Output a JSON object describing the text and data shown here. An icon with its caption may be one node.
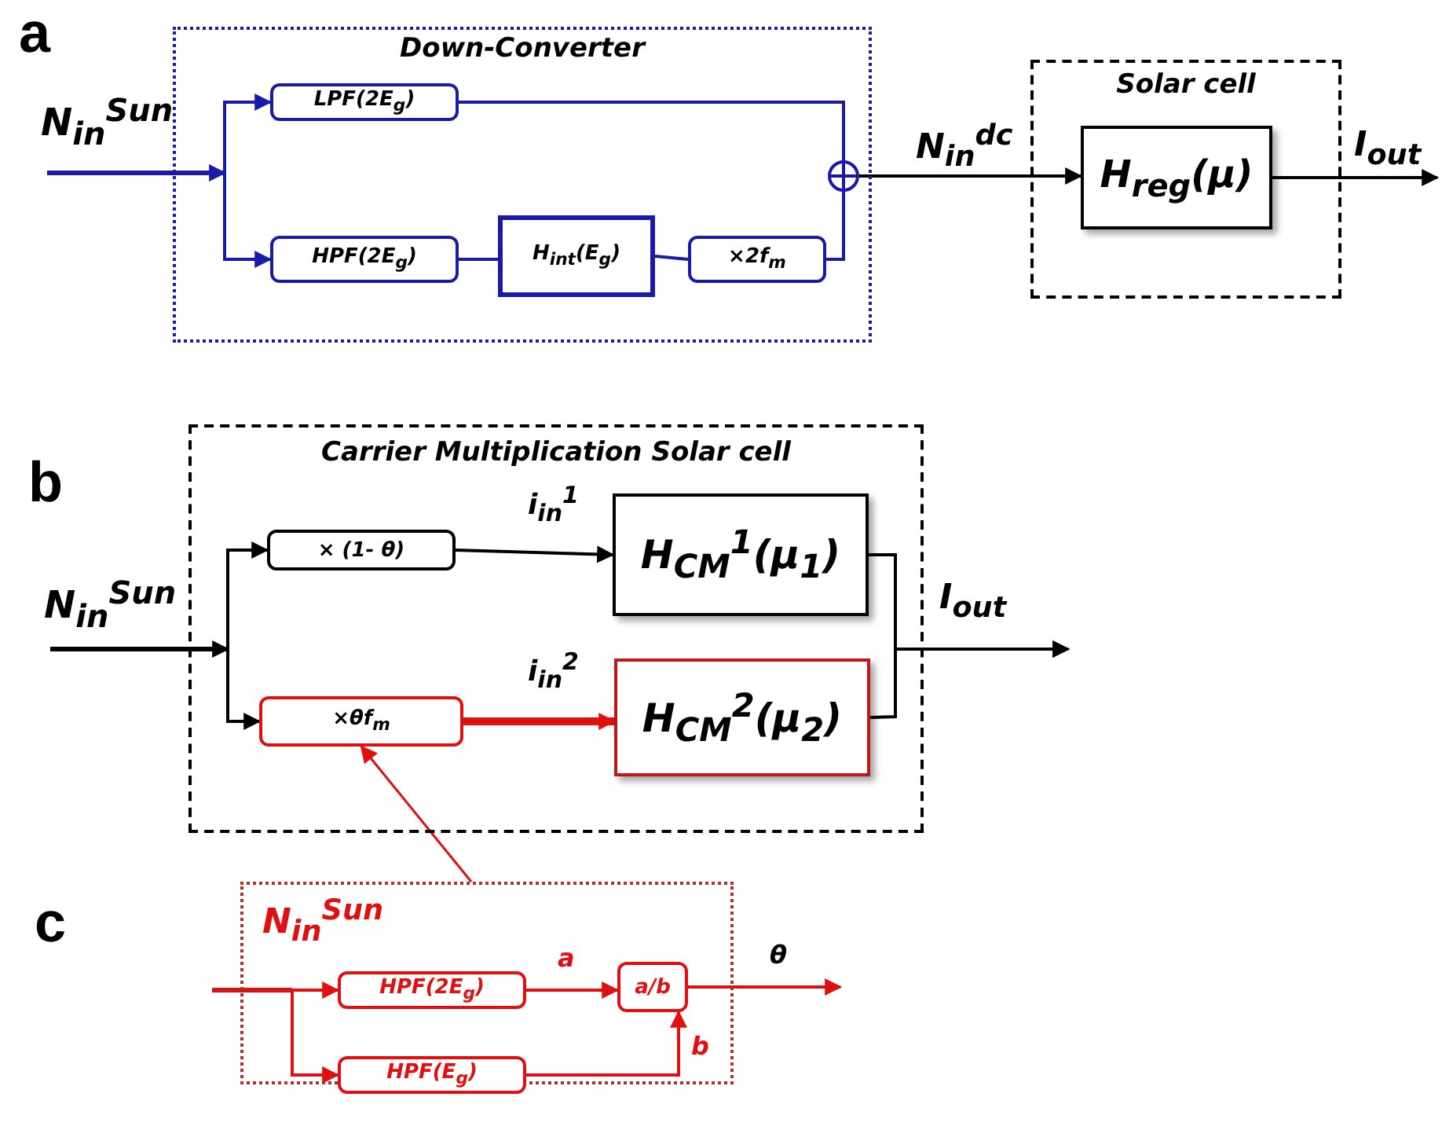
{
  "diagram": {
    "nodes": [
      {
        "text": [
          "Down-Converter"
        ]
      },
      {
        "text": [
          "LPF(2E$_{g}$)"
        ],
        "in": 0
      },
      {
        "text": [
          "HPF(2E$_{g}$)"
        ],
        "in": 0
      },
      {
        "text": [
          "H$_{int}$(E$_{g}$)"
        ],
        "in": 0
      },
      {
        "text": [
          "×2f$_{m}$"
        ],
        "in": 0
      },
      {
        "text": [],
        "shape": "circle",
        "in": 0
      },
      {
        "text": [
          "Solar cell"
        ]
      },
      {
        "text": [
          "H$_{reg}$(μ)"
        ],
        "in": 6
      },
      {
        "text": [
          "Carrier Multiplication Solar cell"
        ]
      },
      {
        "text": [
          "× (1- θ)"
        ],
        "in": 8
      },
      {
        "text": [
          "×θf$_{m}$"
        ],
        "in": 8
      },
      {
        "text": [
          "H$_{CM}$$^{1}$(μ$_{1}$)"
        ],
        "in": 8
      },
      {
        "text": [
          "H$_{CM}$$^{2}$(μ$_{2}$)"
        ],
        "in": 8
      },
      {
        "text": [
          "N$_{in}$$^{Sun}$"
        ]
      },
      {
        "text": [
          "HPF(2E$_{g}$)"
        ],
        "in": 13
      },
      {
        "text": [
          "HPF(E$_{g}$)"
        ],
        "in": 13
      },
      {
        "text": [
          "a/b"
        ],
        "in": 13
      },
      {
        "text": [
          "N$_{in}$$^{Sun}$"
        ]
      },
      {
        "text": [
          "N$_{in}$$^{Sun}$"
        ]
      }
    ],
    "edges": [
      {
        "from": 17,
        "to": 1,
        "arrow": "to",
        "color": "#1a1aa8"
      },
      {
        "from": 17,
        "to": 2,
        "arrow": "to",
        "color": "#1a1aa8"
      },
      {
        "from": 1,
        "to": 5,
        "arrow": "none",
        "color": "#1a1aa8"
      },
      {
        "from": 2,
        "to": 3,
        "arrow": "none",
        "color": "#1a1aa8"
      },
      {
        "from": 3,
        "to": 4,
        "arrow": "none",
        "color": "#1a1aa8"
      },
      {
        "from": 4,
        "to": 5,
        "arrow": "none",
        "color": "#1a1aa8"
      },
      {
        "from": 5,
        "to": 7,
        "arrow": "to",
        "label": "N$_{in}$$^{dc}$"
      },
      {
        "from": 7,
        "to": null,
        "arrow": "to",
        "label": "I$_{out}$"
      },
      {
        "from": 18,
        "to": 9,
        "arrow": "to"
      },
      {
        "from": 18,
        "to": 10,
        "arrow": "to"
      },
      {
        "from": 9,
        "to": 11,
        "arrow": "to",
        "label": "i$_{in}$$^{1}$"
      },
      {
        "from": 10,
        "to": 12,
        "arrow": "to",
        "label": "i$_{in}$$^{2}$",
        "style": "thick",
        "color": "#e01010"
      },
      {
        "from": 11,
        "to": null,
        "arrow": "to",
        "label": "I$_{out}$"
      },
      {
        "from": 12,
        "to": null,
        "arrow": "to"
      },
      {
        "from": null,
        "to": 14,
        "arrow": "to",
        "color": "#e01010"
      },
      {
        "from": null,
        "to": 15,
        "arrow": "to",
        "color": "#e01010"
      },
      {
        "from": 14,
        "to": 16,
        "arrow": "to",
        "label": "a",
        "color": "#e01010"
      },
      {
        "from": 15,
        "to": 16,
        "arrow": "to",
        "label": "b",
        "color": "#e01010"
      },
      {
        "from": 16,
        "to": null,
        "arrow": "to",
        "label": "θ",
        "color": "#e01010"
      },
      {
        "from": 13,
        "to": 10,
        "arrow": "to",
        "color": "#e01010"
      }
    ],
    "labels": [
      "a",
      "b",
      "c"
    ]
  }
}
